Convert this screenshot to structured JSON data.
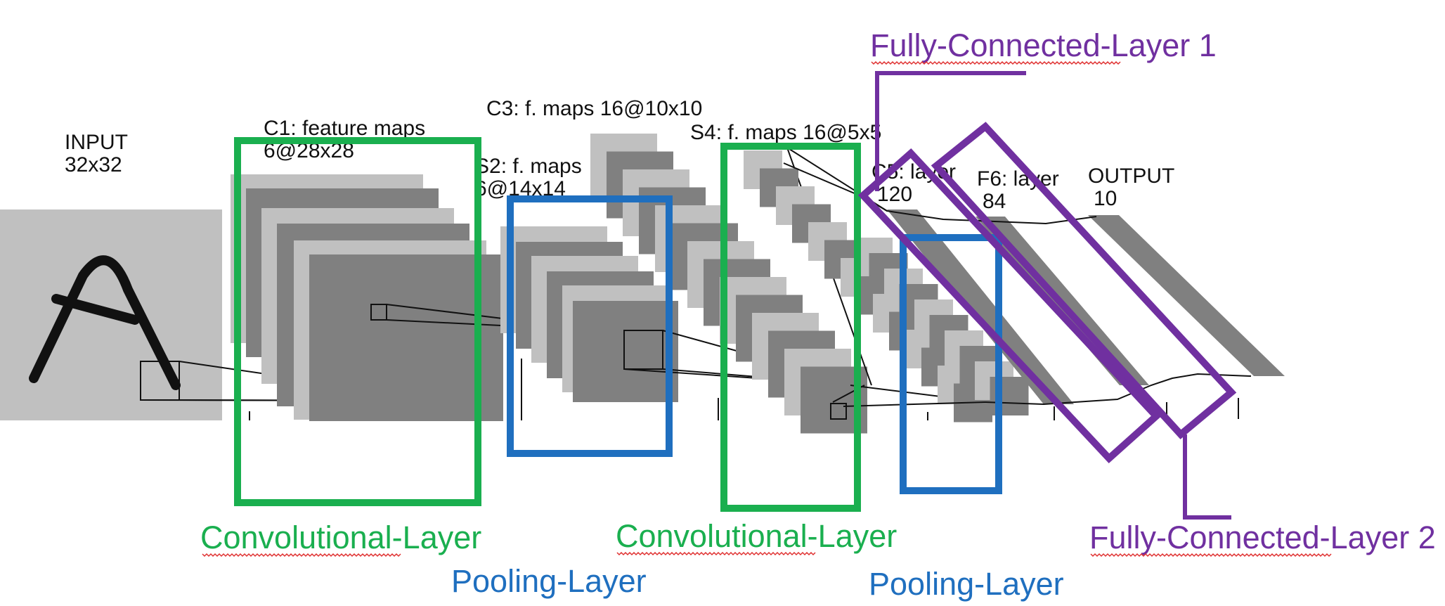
{
  "colors": {
    "green": "#1aaf4f",
    "blue": "#1f6fbf",
    "purple": "#7030a0",
    "map_dark": "#808080",
    "map_light": "#c0c0c0",
    "squiggle": "#e03030"
  },
  "stages": {
    "input": {
      "line1": "INPUT",
      "line2": "32x32"
    },
    "c1": {
      "line1": "C1: feature maps",
      "line2": "6@28x28"
    },
    "s2": {
      "line1": "S2: f. maps",
      "line2": "6@14x14"
    },
    "c3": {
      "line1": "C3: f. maps 16@10x10"
    },
    "s4": {
      "line1": "S4: f. maps 16@5x5"
    },
    "c5": {
      "line1": "C5: layer",
      "line2": "120"
    },
    "f6": {
      "line1": "F6: layer",
      "line2": "84"
    },
    "output": {
      "line1": "OUTPUT",
      "line2": "10"
    }
  },
  "input_glyph": "A",
  "annotations": {
    "conv1": "Convolutional-Layer",
    "pool1": "Pooling-Layer",
    "conv2": "Convolutional-Layer",
    "pool2": "Pooling-Layer",
    "fc1": "Fully-Connected-Layer 1",
    "fc2": "Fully-Connected-Layer 2"
  }
}
